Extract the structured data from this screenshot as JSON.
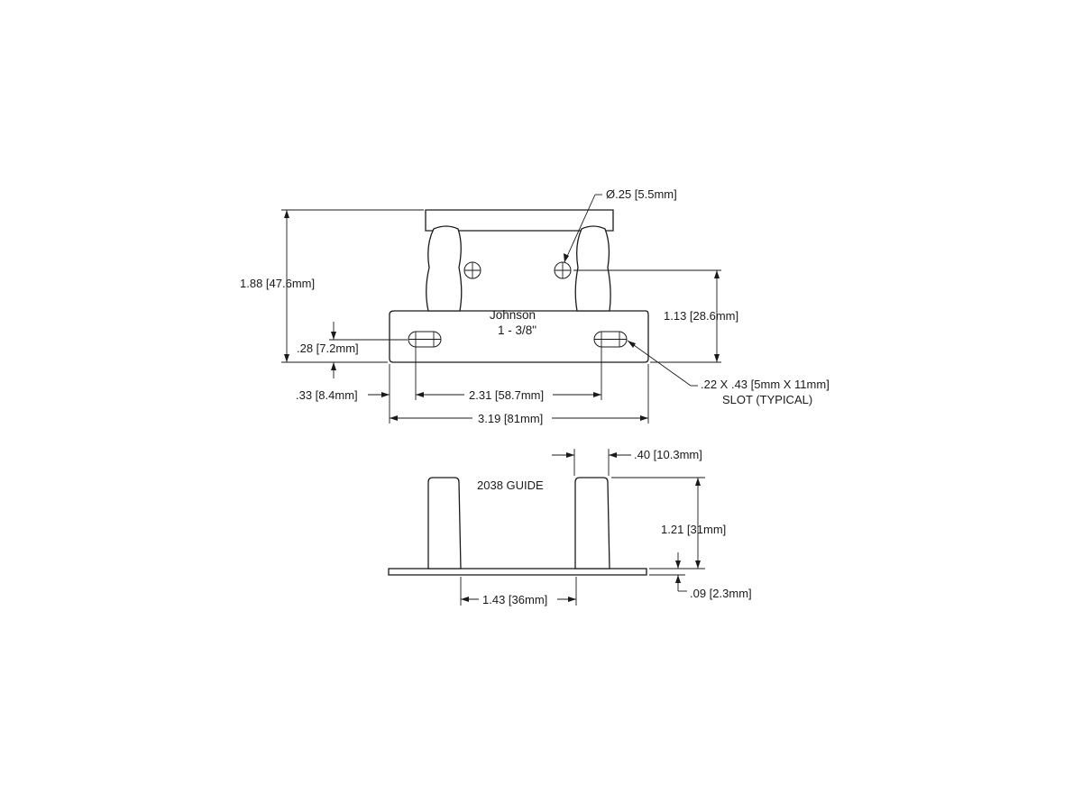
{
  "top_view": {
    "brand": "Johnson",
    "size": "1 - 3/8\"",
    "dim_height": "1.88 [47.6mm]",
    "dim_hole_dia": "Ø.25 [5.5mm]",
    "dim_hole_height": "1.13 [28.6mm]",
    "dim_slot_offset_y": ".28 [7.2mm]",
    "dim_slot_offset_x": ".33 [8.4mm]",
    "dim_slot_spacing": "2.31 [58.7mm]",
    "dim_width": "3.19 [81mm]",
    "slot_note_line1": ".22 X .43 [5mm X 11mm]",
    "slot_note_line2": "SLOT (TYPICAL)"
  },
  "side_view": {
    "title": "2038 GUIDE",
    "dim_post_width": ".40 [10.3mm]",
    "dim_post_height": "1.21 [31mm]",
    "dim_thickness": ".09 [2.3mm]",
    "dim_post_spacing": "1.43 [36mm]"
  }
}
